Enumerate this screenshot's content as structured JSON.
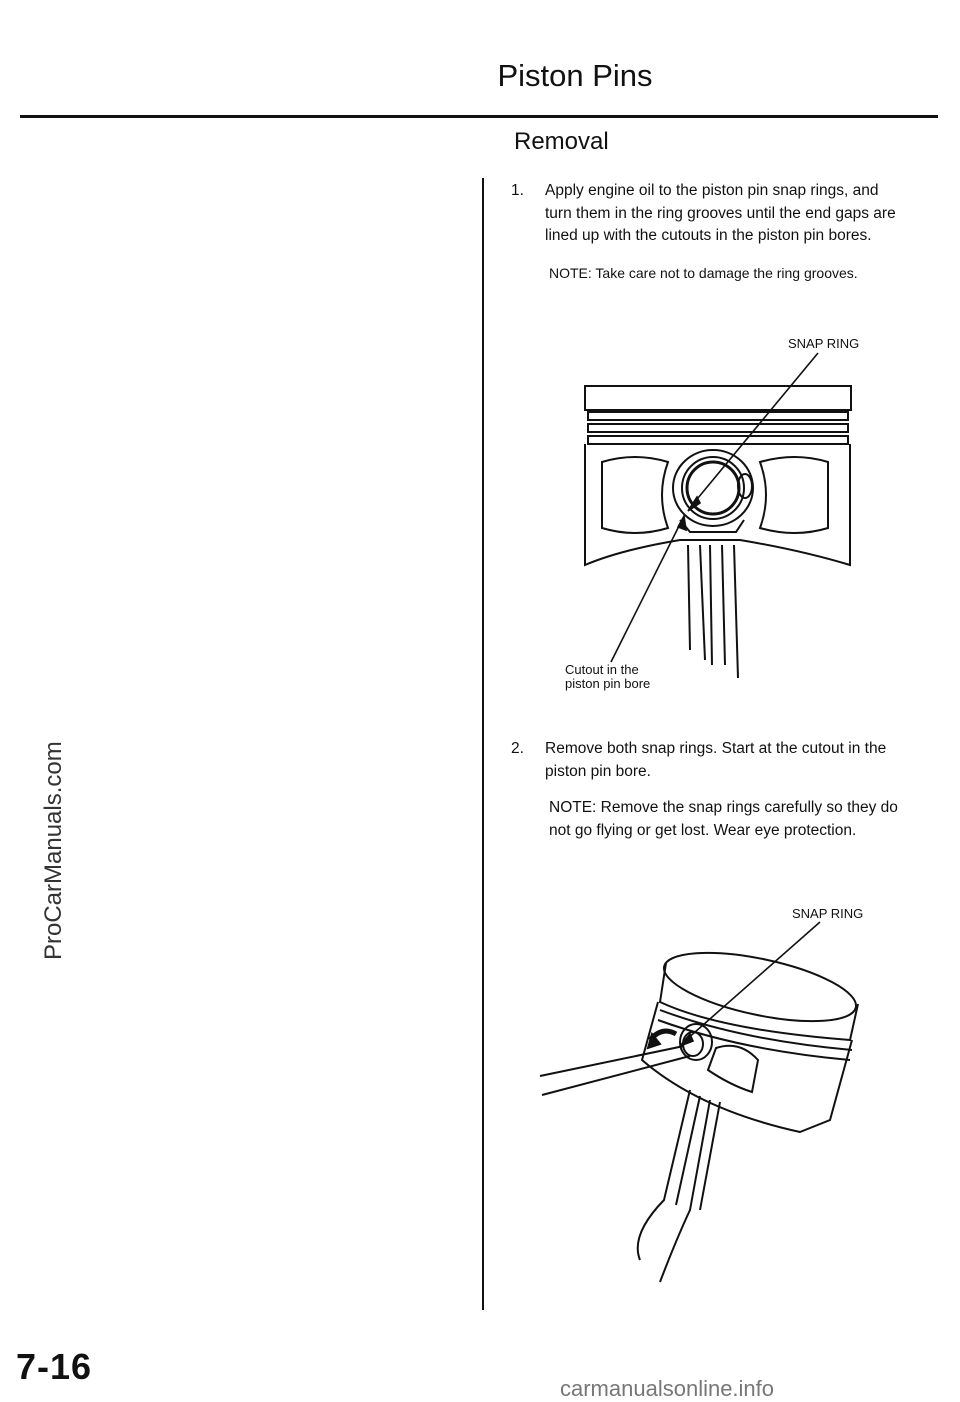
{
  "header": {
    "title": "Piston Pins",
    "section": "Removal"
  },
  "steps": [
    {
      "number": "1.",
      "lines": [
        "Apply engine oil to the piston pin snap rings, and",
        "turn them in the ring grooves until the end gaps are",
        "lined up with the cutouts in the piston pin bores."
      ],
      "note": "NOTE: Take care not to damage the ring grooves."
    },
    {
      "number": "2.",
      "lines": [
        "Remove both snap rings. Start at the cutout in the",
        "piston pin bore."
      ],
      "note_lines": [
        "NOTE: Remove the snap rings carefully so they do",
        "not go flying or get lost. Wear eye protection."
      ]
    }
  ],
  "figure1": {
    "label_snap_ring": "SNAP RING",
    "label_cutout_line1": "Cutout in the",
    "label_cutout_line2": "piston pin bore"
  },
  "figure2": {
    "label_snap_ring": "SNAP RING"
  },
  "sidebar": {
    "watermark": "ProCarManuals.com"
  },
  "footer": {
    "page_number": "7-16",
    "site": "carmanualsonline.info"
  }
}
